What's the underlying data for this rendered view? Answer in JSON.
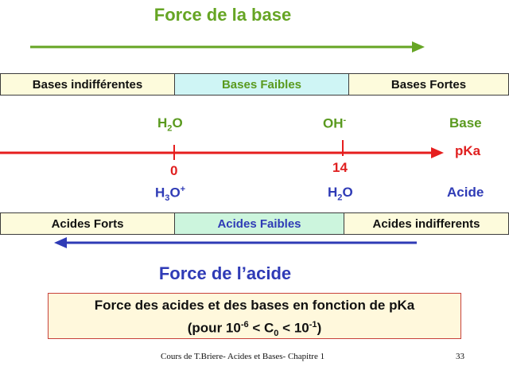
{
  "top": {
    "title": "Force de la base",
    "bands": [
      {
        "label": "Bases indifférentes",
        "bg": "#fdfbdc",
        "color": "#111111"
      },
      {
        "label": "Bases Faibles",
        "bg": "#cff5f5",
        "color": "#5a9a1f"
      },
      {
        "label": "Bases Fortes",
        "bg": "#fdfbdc",
        "color": "#111111"
      }
    ]
  },
  "axis": {
    "base_left_main": "H",
    "base_left_sub": "2",
    "base_left_tail": "O",
    "base_mid_main": "OH",
    "base_mid_sup": "-",
    "base_right": "Base",
    "axis_label": "pKa",
    "tick0": "0",
    "tick14": "14",
    "acid_left_main": "H",
    "acid_left_sub": "3",
    "acid_left_mid": "O",
    "acid_left_sup": "+",
    "acid_mid_main": "H",
    "acid_mid_sub": "2",
    "acid_mid_tail": "O",
    "acid_right": "Acide"
  },
  "bottom": {
    "bands": [
      {
        "label": "Acides Forts",
        "bg": "#fdfbdc",
        "color": "#111111"
      },
      {
        "label": "Acides Faibles",
        "bg": "#ccf5dd",
        "color": "#2f3bb6"
      },
      {
        "label": "Acides indifferents",
        "bg": "#fdfbdc",
        "color": "#111111"
      }
    ],
    "title": "Force de l’acide"
  },
  "caption": {
    "line1": "Force des acides et des bases en fonction de pKa",
    "line2_a": "(pour 10",
    "line2_sup1": "-6",
    "line2_b": " < C",
    "line2_sub": "0",
    "line2_c": " < 10",
    "line2_sup2": "-1",
    "line2_d": ")"
  },
  "footer": {
    "course": "Cours de T.Briere- Acides et Bases- Chapitre 1",
    "page": "33"
  },
  "colors": {
    "green_arrow": "#66a524",
    "red_axis": "#e61e1e",
    "blue_arrow": "#2f3bb6"
  }
}
